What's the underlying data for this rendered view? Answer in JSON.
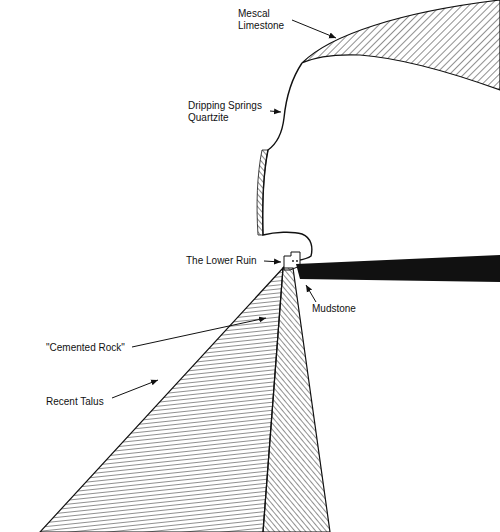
{
  "diagram": {
    "labels": [
      "Mescal Limestone",
      "Dripping Springs Quartzite",
      "The Lower Ruin",
      "\"Cemented Rock\"",
      "Mudstone",
      "Recent Talus"
    ]
  }
}
